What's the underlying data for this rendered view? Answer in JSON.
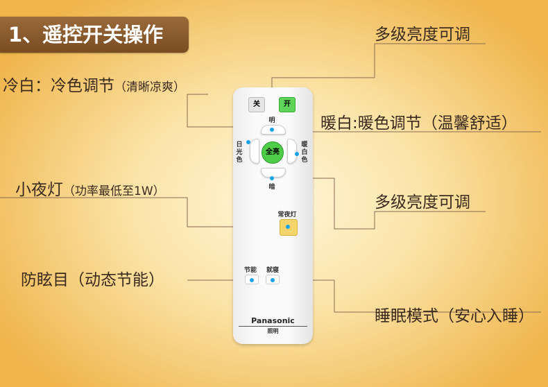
{
  "title": "1、遥控开关操作",
  "labels": {
    "brightness_top": "多级亮度可调",
    "cool_white": "冷白：冷色调节",
    "cool_white_note": "（清晰凉爽）",
    "warm_white": "暖白:暖色调节（温馨舒适）",
    "night_light": "小夜灯",
    "night_light_note": "（功率最低至1W）",
    "brightness_bottom": "多级亮度可调",
    "anti_glare": "防眩目（动态节能）",
    "sleep_mode": "睡眠模式（安心入睡）"
  },
  "remote": {
    "off": "关",
    "on": "开",
    "bright": "明",
    "dark": "暗",
    "full": "全亮",
    "daylight": "日光色",
    "warm": "暖白色",
    "night": "常夜灯",
    "eco": "节能",
    "sleep": "就寝",
    "brand": "Panasonic",
    "sub": "照明"
  }
}
